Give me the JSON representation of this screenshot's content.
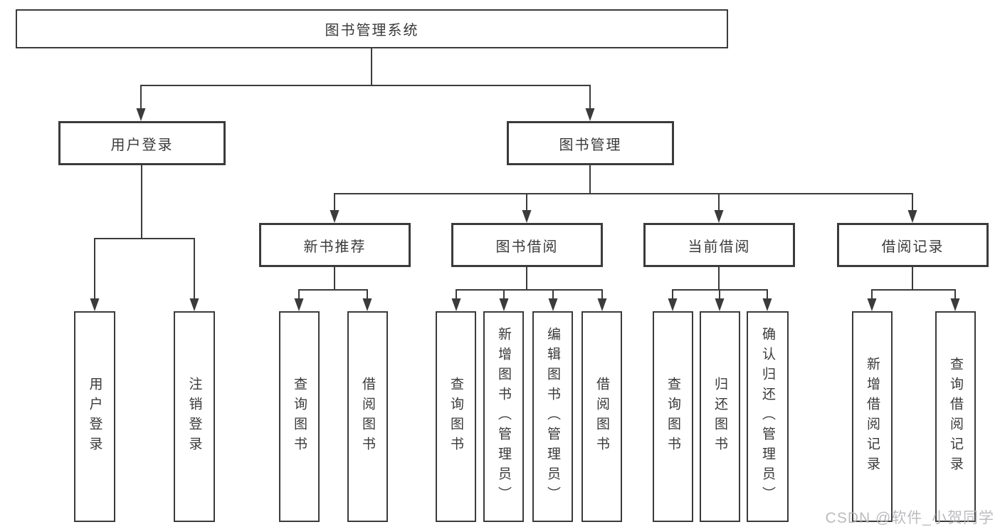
{
  "diagram_type": "functional-structure-tree",
  "colors": {
    "line": "#3b3b3b",
    "text": "#3a3a3a",
    "background": "#ffffff",
    "watermark": "#b5b5ba"
  },
  "tree": {
    "root": {
      "label": "图书管理系统",
      "children": [
        {
          "label": "用户登录",
          "children": [
            {
              "label": "用户登录"
            },
            {
              "label": "注销登录"
            }
          ]
        },
        {
          "label": "图书管理",
          "children": [
            {
              "label": "新书推荐",
              "children": [
                {
                  "label": "查询图书"
                },
                {
                  "label": "借阅图书"
                }
              ]
            },
            {
              "label": "图书借阅",
              "children": [
                {
                  "label": "查询图书"
                },
                {
                  "label": "新增图书（管理员）"
                },
                {
                  "label": "编辑图书（管理员）"
                },
                {
                  "label": "借阅图书"
                }
              ]
            },
            {
              "label": "当前借阅",
              "children": [
                {
                  "label": "查询图书"
                },
                {
                  "label": "归还图书"
                },
                {
                  "label": "确认归还（管理员）"
                }
              ]
            },
            {
              "label": "借阅记录",
              "children": [
                {
                  "label": "新增借阅记录"
                },
                {
                  "label": "查询借阅记录"
                }
              ]
            }
          ]
        }
      ]
    }
  },
  "watermark": {
    "text": "CSDN @软件_小贺同学"
  }
}
